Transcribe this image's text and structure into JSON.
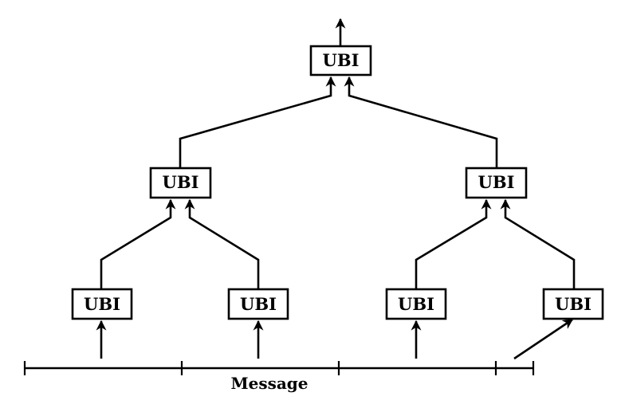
{
  "diagram": {
    "nodes": [
      {
        "id": "root",
        "label": "UBI"
      },
      {
        "id": "mid-left",
        "label": "UBI"
      },
      {
        "id": "mid-right",
        "label": "UBI"
      },
      {
        "id": "leaf-1",
        "label": "UBI"
      },
      {
        "id": "leaf-2",
        "label": "UBI"
      },
      {
        "id": "leaf-3",
        "label": "UBI"
      },
      {
        "id": "leaf-4",
        "label": "UBI"
      }
    ],
    "message_label": "Message"
  }
}
